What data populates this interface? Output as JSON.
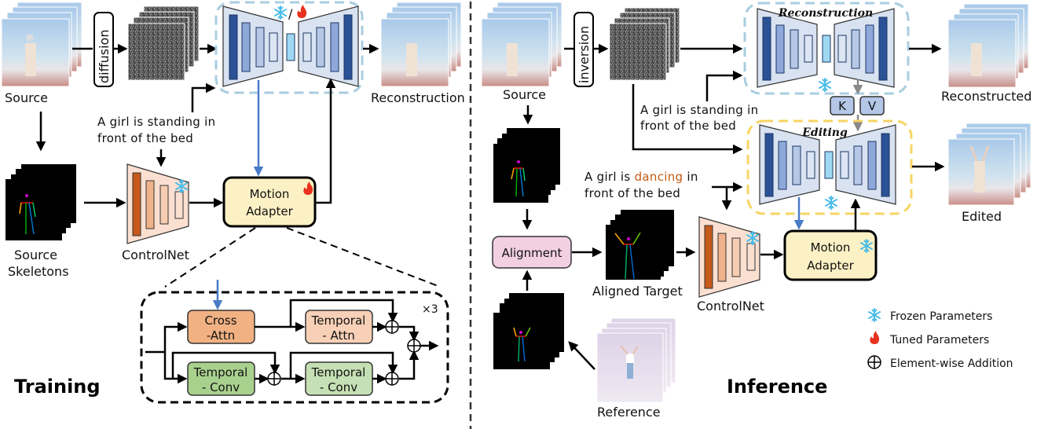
{
  "colors": {
    "unet_dark": "#2b5196",
    "unet_mid": "#8ea8da",
    "unet_light": "#b7c8e6",
    "unet_pale": "#dce5f3",
    "unet_mid_cyan": "#9fd8f2",
    "unet_bg": "#d8e2f1",
    "recon_dash": "#a9cde0",
    "edit_dash": "#f7d563",
    "controlnet_bg": "#fbe0d2",
    "controlnet_dark": "#c55a1b",
    "controlnet_mid": "#f0b28a",
    "controlnet_light": "#f6cdb2",
    "motion_adapter": "#fcf1c5",
    "alignment": "#f2cfe2",
    "cross_attn": "#f1b183",
    "temporal_attn": "#f8d0b7",
    "temporal_conv1": "#a9d18e",
    "temporal_conv2": "#c5e0b4",
    "blue_arrow": "#4a7bc8",
    "kv_box": "#b4c7e7",
    "snowflake": "#4cbde8",
    "flame": "#e8321e",
    "dancing_word": "#c55a11"
  },
  "training": {
    "section_title": "Training",
    "source_label": "Source",
    "diffusion_label": "diffusion",
    "reconstruction_label": "Reconstruction",
    "prompt_line1": "A girl is standing in",
    "prompt_line2": "front of the bed",
    "skeletons_label_line1": "Source",
    "skeletons_label_line2": "Skeletons",
    "controlnet_label": "ControlNet",
    "motion_adapter_line1": "Motion",
    "motion_adapter_line2": "Adapter",
    "unet_status": "frozen/tuned",
    "detail": {
      "repeat_label": "×3",
      "cross_attn_line1": "Cross",
      "cross_attn_line2": "-Attn",
      "temporal_attn_line1": "Temporal",
      "temporal_attn_line2": "- Attn",
      "temporal_conv_a_line1": "Temporal",
      "temporal_conv_a_line2": "- Conv",
      "temporal_conv_b_line1": "Temporal",
      "temporal_conv_b_line2": "- Conv"
    }
  },
  "inference": {
    "section_title": "Inference",
    "source_label": "Source",
    "inversion_label": "inversion",
    "reconstruction_title": "Reconstruction",
    "editing_title": "Editing",
    "k_label": "K",
    "v_label": "V",
    "reconstructed_label": "Reconstructed",
    "edited_label": "Edited",
    "prompt_src_line1": "A girl is standing in",
    "prompt_src_line2": "front of the bed",
    "prompt_edit_prefix": "A girl is ",
    "prompt_edit_highlight": "dancing",
    "prompt_edit_suffix": " in",
    "prompt_edit_line2": "front of the bed",
    "alignment_label": "Alignment",
    "aligned_target_label": "Aligned Target",
    "controlnet_label": "ControlNet",
    "motion_adapter_line1": "Motion",
    "motion_adapter_line2": "Adapter",
    "reference_label": "Reference"
  },
  "legend": {
    "items": [
      {
        "icon": "snowflake-icon",
        "label": "Frozen Parameters"
      },
      {
        "icon": "flame-icon",
        "label": "Tuned Parameters"
      },
      {
        "icon": "circled-plus-icon",
        "label": "Element-wise Addition"
      }
    ]
  }
}
